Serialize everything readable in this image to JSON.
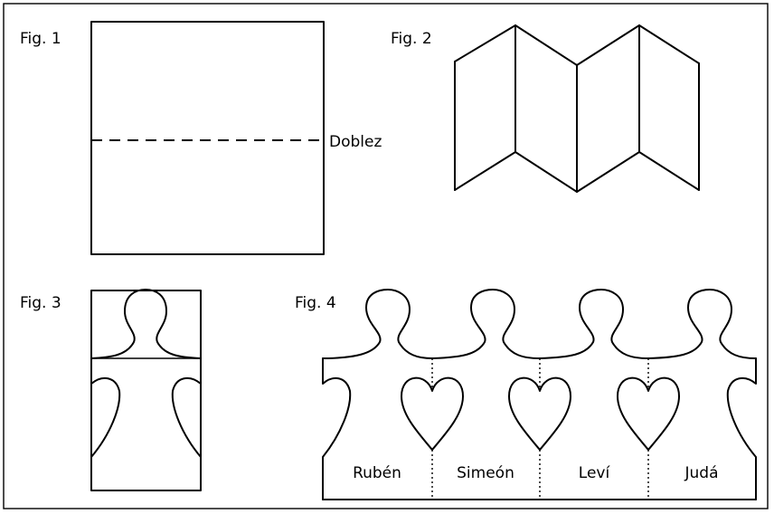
{
  "figures": {
    "fig1": {
      "label": "Fig. 1",
      "fold_label": "Doblez"
    },
    "fig2": {
      "label": "Fig. 2"
    },
    "fig3": {
      "label": "Fig. 3"
    },
    "fig4": {
      "label": "Fig. 4",
      "names": [
        "Rubén",
        "Simeón",
        "Leví",
        "Judá"
      ]
    }
  }
}
